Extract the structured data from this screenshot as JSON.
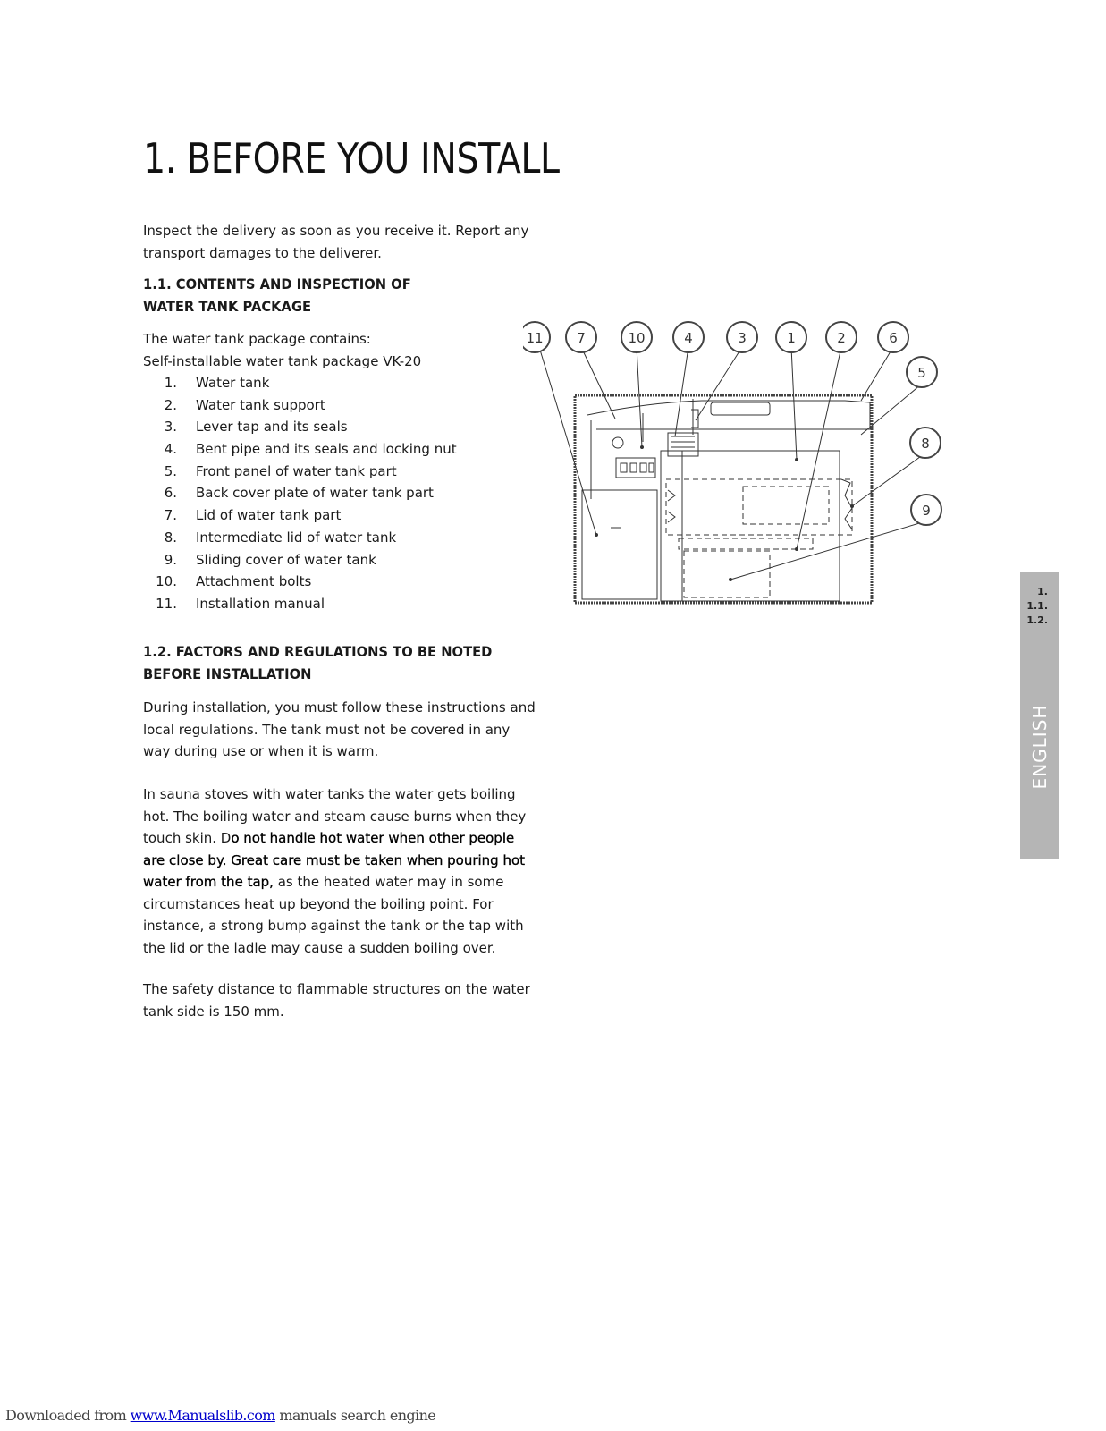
{
  "title": "1. BEFORE YOU INSTALL",
  "intro": "Inspect the delivery as soon as you receive it. Report any transport damages to the deliverer.",
  "section1": {
    "heading_line1": "1.1. CONTENTS AND INSPECTION OF",
    "heading_line2": "WATER TANK PACKAGE",
    "contains_line1": "The water tank package contains:",
    "contains_line2": "Self-installable water tank package VK-20",
    "items": [
      {
        "num": "1.",
        "label": "Water tank"
      },
      {
        "num": "2.",
        "label": "Water tank support"
      },
      {
        "num": "3.",
        "label": "Lever tap and its seals"
      },
      {
        "num": "4.",
        "label": "Bent pipe and its seals and locking nut"
      },
      {
        "num": "5.",
        "label": "Front panel of water tank part"
      },
      {
        "num": "6.",
        "label": "Back cover plate of water tank part"
      },
      {
        "num": "7.",
        "label": "Lid of water tank part"
      },
      {
        "num": "8.",
        "label": "Intermediate lid of water tank"
      },
      {
        "num": "9.",
        "label": "Sliding cover of water tank"
      },
      {
        "num": "10.",
        "label": "Attachment bolts"
      },
      {
        "num": "11.",
        "label": "Installation manual"
      }
    ]
  },
  "section2": {
    "heading_line1": "1.2. FACTORS AND REGULATIONS TO BE NOTED",
    "heading_line2": "BEFORE INSTALLATION",
    "para1": "During installation, you must follow these instructions and local regulations. The tank must not be covered in any way during use or when it is warm.",
    "para2_start": "In sauna stoves with water tanks the water gets boiling hot. The boiling water and steam cause burns when they touch skin. D",
    "para2_bold": "o not handle hot water when other people are close by. Great care must be taken when pouring hot water from the tap,",
    "para2_end": " as the heated water may in some circumstances heat up beyond the boiling point. For instance, a strong bump against the tank or the tap with the lid or the ladle may cause a sudden boiling over.",
    "para3": "The safety distance to flammable structures on the water tank side is 150 mm."
  },
  "diagram": {
    "callouts_top": [
      "11",
      "7",
      "10",
      "4",
      "3",
      "1",
      "2",
      "6"
    ],
    "callouts_right": [
      "5",
      "8",
      "9"
    ]
  },
  "side_tab": {
    "nums": [
      "1.",
      "1.1.",
      "1.2."
    ],
    "language": "ENGLISH"
  },
  "footer": {
    "prefix": "Downloaded from ",
    "link": "www.Manualslib.com",
    "suffix": "  manuals search engine"
  }
}
